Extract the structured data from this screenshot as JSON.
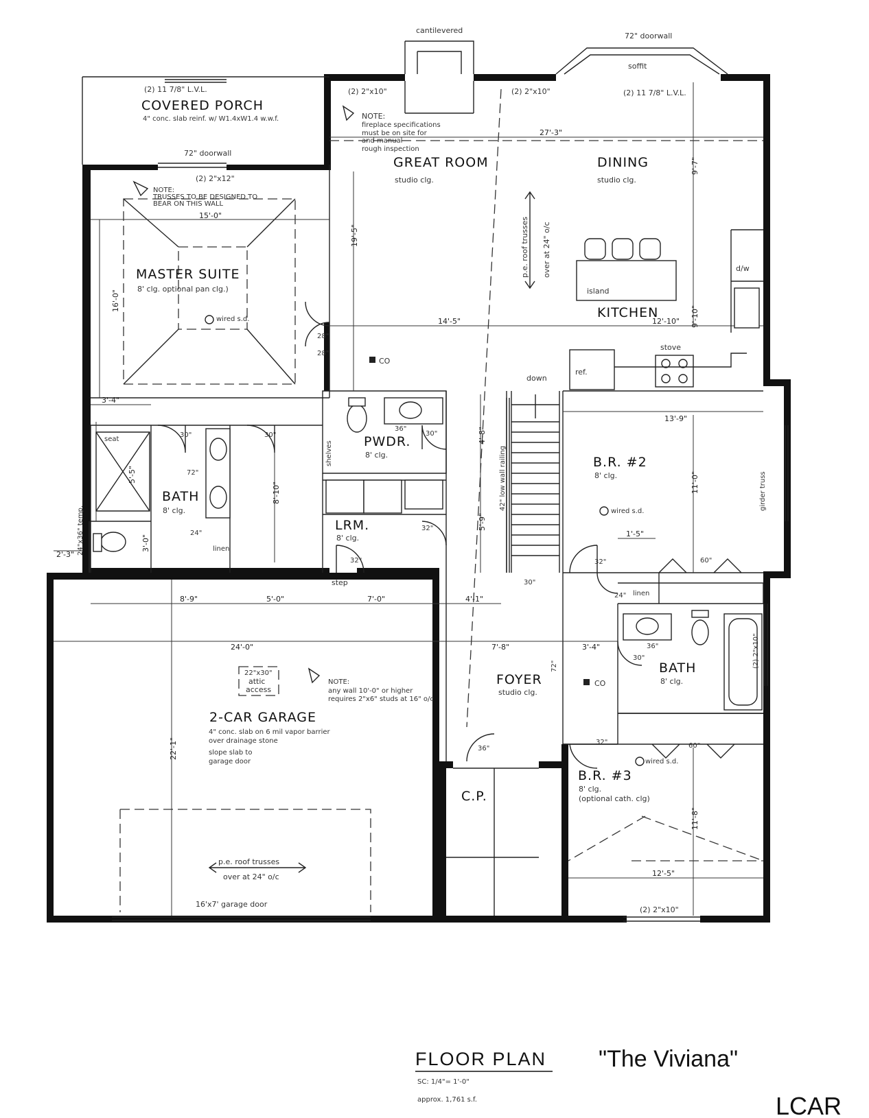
{
  "labels": {
    "cantilevered": "cantilevered",
    "doorwall_top": "72\" doorwall",
    "soffit": "soffit",
    "lvl_left": "(2) 11 7/8\" L.V.L.",
    "lvl_right": "(2) 11 7/8\" L.V.L.",
    "header_2x10_a": "(2) 2\"x10\"",
    "header_2x10_b": "(2) 2\"x10\"",
    "covered_porch": "COVERED PORCH",
    "porch_slab": "4\" conc. slab reinf. w/ W1.4xW1.4 w.w.f.",
    "porch_doorwall": "72\" doorwall",
    "header_2x12": "(2) 2\"x12\"",
    "note_truss_1": "NOTE:",
    "note_truss_2": "TRUSSES TO BE DESIGNED TO",
    "note_truss_3": "BEAR ON THIS WALL",
    "note_fp_1": "NOTE:",
    "note_fp_2": "fireplace specifications",
    "note_fp_3": "must be on site for",
    "note_fp_4": "and manual",
    "note_fp_5": "rough inspection",
    "great_room": "GREAT ROOM",
    "great_room_clg": "studio clg.",
    "dining": "DINING",
    "dining_clg": "studio clg.",
    "roof_trusses_1": "p.e. roof trusses",
    "roof_trusses_2": "over at 24\" o/c",
    "island": "island",
    "dw": "d/w",
    "kitchen": "KITCHEN",
    "stove": "stove",
    "ref": "ref.",
    "master_suite": "MASTER SUITE",
    "master_clg": "8' clg. optional pan clg.)",
    "wired_sd": "wired s.d.",
    "co2_a": "CO",
    "co2_b": "CO",
    "pwdr": "PWDR.",
    "pwdr_clg": "8' clg.",
    "shelves": "shelves",
    "down": "down",
    "low_wall": "42\" low wall railing",
    "br2": "B.R. #2",
    "br2_clg": "8' clg.",
    "girder_truss": "girder truss",
    "seat": "seat",
    "bath_master": "BATH",
    "bath_master_clg": "8' clg.",
    "linen_a": "linen",
    "linen_b": "linen",
    "lrm": "LRM.",
    "lrm_clg": "8' clg.",
    "step": "step",
    "temp": "24\"x36\" temp.",
    "bath2": "BATH",
    "bath2_clg": "8' clg.",
    "tub": "(2) 2\"x10\"",
    "foyer": "FOYER",
    "foyer_clg": "studio clg.",
    "attic_1": "22\"x30\"",
    "attic_2": "attic",
    "attic_3": "access",
    "note_wall_1": "NOTE:",
    "note_wall_2": "any wall 10'-0\" or higher",
    "note_wall_3": "requires 2\"x6\" studs at 16\" o/c",
    "garage": "2-CAR GARAGE",
    "garage_1": "4\" conc. slab on 6 mil vapor barrier",
    "garage_2": "over drainage stone",
    "garage_3": "slope slab to",
    "garage_4": "garage door",
    "garage_trusses_1": "p.e. roof trusses",
    "garage_trusses_2": "over at 24\" o/c",
    "garage_door": "16'x7' garage door",
    "cp": "C.P.",
    "br3": "B.R. #3",
    "br3_clg": "8' clg.",
    "br3_opt": "(optional cath. clg)",
    "header_br3": "(2) 2\"x10\""
  },
  "dimensions": {
    "d_27_3": "27'-3\"",
    "d_9_7": "9'-7\"",
    "d_15_0": "15'-0\"",
    "d_19_5": "19'-5\"",
    "d_16_0": "16'-0\"",
    "d_14_5": "14'-5\"",
    "d_12_10": "12'-10\"",
    "d_9_10": "9'-10\"",
    "d_3_4_a": "3'-4\"",
    "d_13_9": "13'-9\"",
    "d_11_0": "11'-0\"",
    "d_4_8": "4'-8\"",
    "d_5_9": "5'-9\"",
    "d_5_5": "5'-5\"",
    "d_3_0": "3'-0\"",
    "d_2_3": "2'-3\"",
    "d_8_10": "8'-10\"",
    "d_1_5": "1'-5\"",
    "d_8_9": "8'-9\"",
    "d_5_0": "5'-0\"",
    "d_7_0": "7'-0\"",
    "d_4_1": "4'-1\"",
    "d_24_0": "24'-0\"",
    "d_7_8": "7'-8\"",
    "d_3_4_b": "3'-4\"",
    "d_22_1": "22'-1\"",
    "d_11_8": "11'-8\"",
    "d_12_5": "12'-5\"",
    "door_30a": "30\"",
    "door_30b": "30\"",
    "door_30c": "30\"",
    "door_30d": "30\"",
    "door_30e": "30\"",
    "door_28a": "28\"",
    "door_28b": "28\"",
    "door_32a": "32\"",
    "door_32b": "32\"",
    "door_32c": "32\"",
    "door_32d": "32\"",
    "door_36a": "36\"",
    "door_36b": "36\"",
    "door_36c": "36\"",
    "door_24a": "24\"",
    "door_24b": "24\"",
    "door_60a": "60\"",
    "door_60b": "60\"",
    "door_72": "72\"",
    "door_72b": "72\""
  },
  "title": {
    "plan": "FLOOR PLAN",
    "name": "\"The Viviana\"",
    "scale": "SC: 1/4\"= 1'-0\"",
    "area": "approx. 1,761 s.f.",
    "watermark": "LCAR"
  }
}
